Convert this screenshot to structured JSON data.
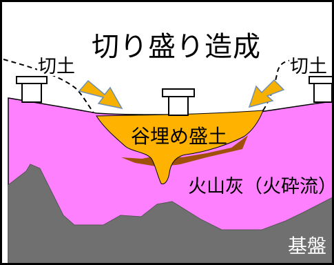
{
  "title": "切り盛り造成",
  "labels": {
    "cut_left": "切土",
    "cut_right": "切土",
    "valley_fill": "谷埋め盛土",
    "volcanic_ash": "火山灰（火砕流）",
    "bedrock": "基盤"
  },
  "colors": {
    "volcanic_ash_layer": "#ff80ff",
    "bedrock_layer": "#707070",
    "fill_layer": "#ffb300",
    "fill_base_layer": "#a0500a",
    "arrow": "#f5b000",
    "arrow_outline": "#6d8fb4",
    "house_outline": "#000000",
    "frame": "#000000"
  },
  "icons": [
    "house-icon",
    "arrow-icon"
  ]
}
